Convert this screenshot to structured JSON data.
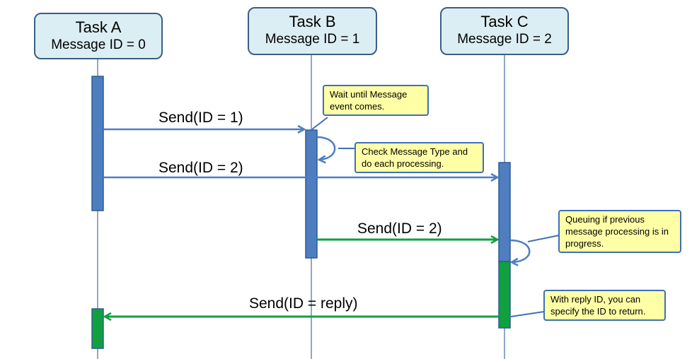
{
  "tasks": [
    {
      "name": "Task A",
      "message_id": "Message ID = 0"
    },
    {
      "name": "Task B",
      "message_id": "Message ID = 1"
    },
    {
      "name": "Task C",
      "message_id": "Message ID = 2"
    }
  ],
  "messages": [
    {
      "label": "Send(ID = 1)"
    },
    {
      "label": "Send(ID = 2)"
    },
    {
      "label": "Send(ID = 2)"
    },
    {
      "label": "Send(ID = reply)"
    }
  ],
  "notes": [
    {
      "text": "Wait until Message event comes."
    },
    {
      "text": "Check Message Type and do each processing."
    },
    {
      "text": "Queuing if previous message processing is in progress."
    },
    {
      "text": "With reply ID, you can specify the ID to return."
    }
  ],
  "colors": {
    "task_fill": "#dbeef4",
    "task_border": "#3b5e86",
    "lifeline": "#8fa8c8",
    "activation_blue": "#4f7ec0",
    "activation_green": "#10a040",
    "arrow_blue": "#4f7ec0",
    "arrow_green": "#10a040",
    "note_fill": "#ffffa6",
    "note_border": "#3f6fb5"
  }
}
